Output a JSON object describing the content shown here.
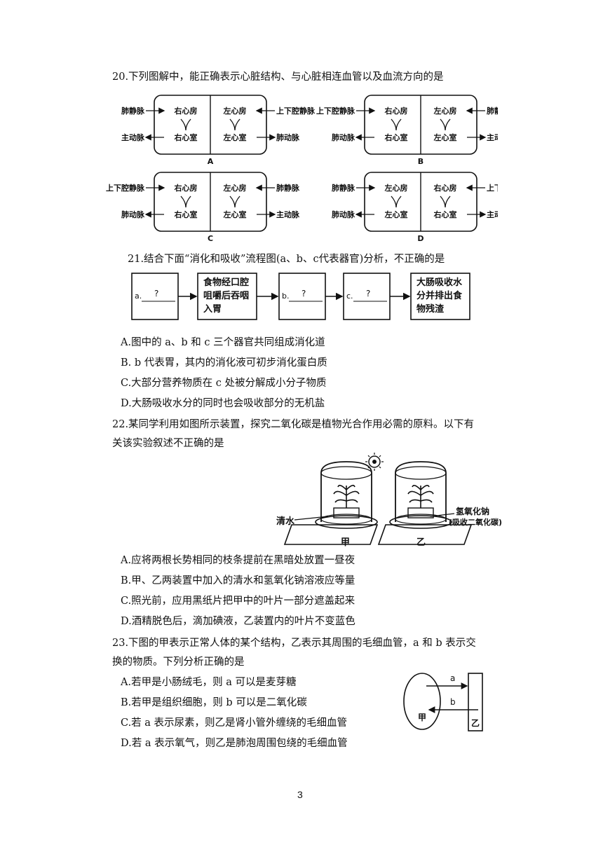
{
  "q20": {
    "stem": "20.下列图解中，能正确表示心脏结构、与心脏相连血管以及血流方向的是",
    "diagrams": [
      {
        "label": "A",
        "top_left": "肺静脉",
        "top_right": "上下腔静脉",
        "bottom_left": "主动脉",
        "bottom_right": "肺动脉",
        "ul": "右心房",
        "ur": "左心房",
        "ll": "右心室",
        "lr": "左心室"
      },
      {
        "label": "B",
        "top_left": "上下腔静脉",
        "top_right": "肺静脉",
        "bottom_left": "肺动脉",
        "bottom_right": "主动脉",
        "ul": "右心房",
        "ur": "左心房",
        "ll": "右心室",
        "lr": "左心室"
      },
      {
        "label": "C",
        "top_left": "上下腔静脉",
        "top_right": "肺静脉",
        "bottom_left": "肺动脉",
        "bottom_right": "主动脉",
        "ul": "右心房",
        "ur": "左心房",
        "ll": "右心室",
        "lr": "左心室"
      },
      {
        "label": "D",
        "top_left": "肺静脉",
        "top_right": "上下腔静脉",
        "bottom_left": "肺动脉",
        "bottom_right": "主动脉",
        "ul": "左心房",
        "ur": "右心房",
        "ll": "左心室",
        "lr": "右心室"
      }
    ]
  },
  "q21": {
    "stem": "21.结合下面“消化和吸收”流程图(a、b、c代表器官)分析，不正确的是",
    "flow": {
      "box_a": "a.",
      "box_mouth": "食物经口腔咀嚼后吞咽入胃",
      "box_b": "b.",
      "box_c": "c.",
      "box_large": "大肠吸收水分并排出食物残渣",
      "qmark": "?"
    },
    "options": [
      "A.图中的 a、b 和 c 三个器官共同组成消化道",
      "B.  b 代表胃，其内的消化液可初步消化蛋白质",
      "C.大部分营养物质在 c 处被分解成小分子物质",
      "D.大肠吸收水分的同时也会吸收部分的无机盐"
    ]
  },
  "q22": {
    "stem_line1": "22.某同学利用如图所示装置，探究二氧化碳是植物光合作用必需的原料。以下有",
    "stem_line2": "关该实验叙述不正确的是",
    "labels": {
      "water": "清水",
      "naoh_1": "氢氧化钠",
      "naoh_2": "(吸收二氧化碳)",
      "jia": "甲",
      "yi": "乙"
    },
    "options": [
      "A.应将两根长势相同的枝条提前在黑暗处放置一昼夜",
      "B.甲、乙两装置中加入的清水和氢氧化钠溶液应等量",
      "C.照光前，应用黑纸片把甲中的叶片一部分遮盖起来",
      "D.酒精脱色后，滴加碘液，乙装置内的叶片不变蓝色"
    ]
  },
  "q23": {
    "stem_line1": "23.下图的甲表示正常人体的某个结构，乙表示其周围的毛细血管，a 和 b 表示交",
    "stem_line2": "换的物质。下列分析正确的是",
    "labels": {
      "a": "a",
      "b": "b",
      "jia": "甲",
      "yi": "乙"
    },
    "options": [
      "A.若甲是小肠绒毛，则 a 可以是麦芽糖",
      "B.若甲是组织细胞，则 b 可以是二氧化碳",
      "C.若 a 表示尿素，则乙是肾小管外缠绕的毛细血管",
      "D.若 a 表示氧气，则乙是肺泡周围包绕的毛细血管"
    ]
  },
  "page_number": "3"
}
